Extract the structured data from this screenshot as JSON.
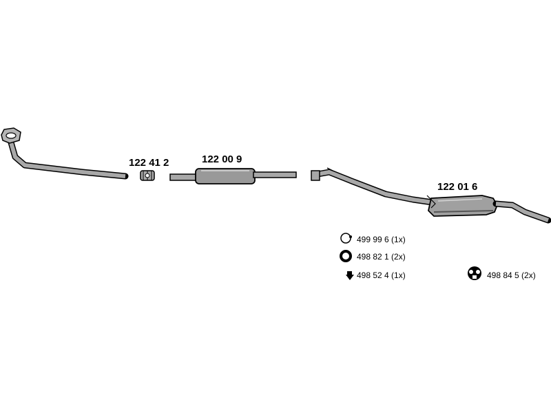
{
  "parts": {
    "clamp": "122 41 2",
    "middle_pipe": "122 00 9",
    "rear_silencer": "122 01 6"
  },
  "legend": {
    "clamp_ring": "499 99 6 (1x)",
    "gasket_ring": "498 82 1 (2x)",
    "rubber_stop": "498 52 4 (1x)",
    "rubber_mount": "498 84 5 (2x)"
  },
  "colors": {
    "line": "#000000",
    "fill": "#9a9a9a",
    "dark_fill": "#555555"
  }
}
